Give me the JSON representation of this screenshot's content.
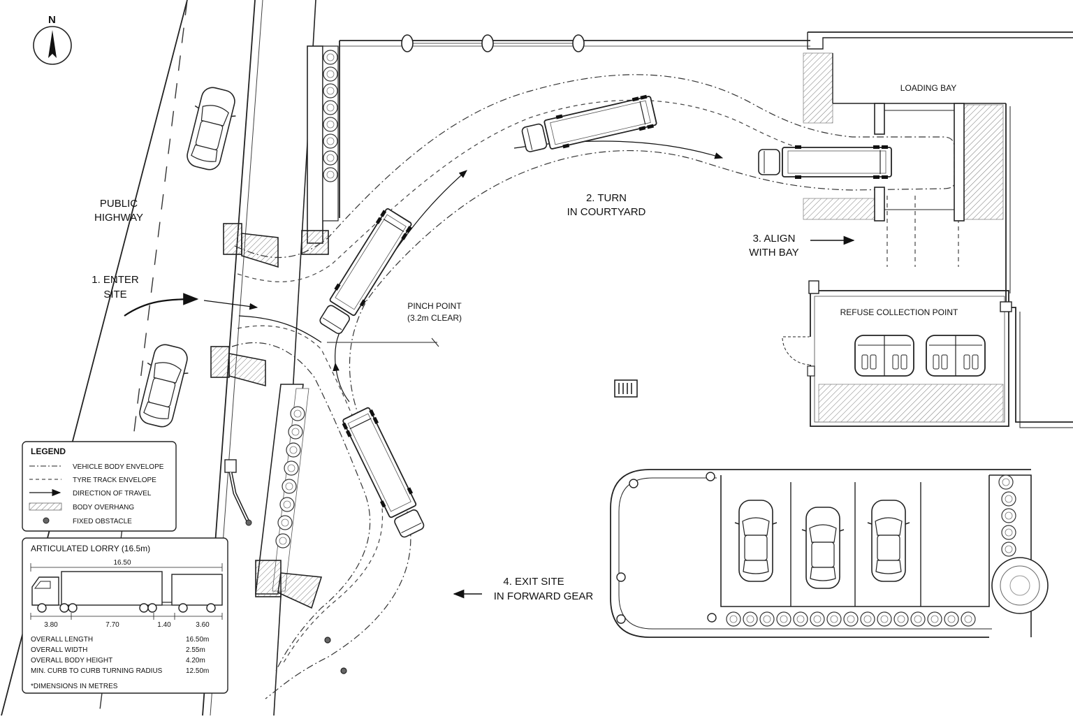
{
  "compass": {
    "north_label": "N"
  },
  "labels": {
    "public_highway": [
      "PUBLIC",
      "HIGHWAY"
    ],
    "enter_site": [
      "1. ENTER",
      "SITE"
    ],
    "turn_courtyard": [
      "2. TURN",
      "IN COURTYARD"
    ],
    "align_bay": [
      "3. ALIGN",
      "WITH BAY"
    ],
    "exit_site": [
      "4. EXIT SITE",
      "IN FORWARD GEAR"
    ],
    "pinch_point": [
      "PINCH POINT",
      "(3.2m CLEAR)"
    ],
    "loading_bay": "LOADING BAY",
    "refuse_point": "REFUSE COLLECTION POINT"
  },
  "legend": {
    "title": "LEGEND",
    "items": [
      {
        "symbol": "dash-dot",
        "label": "VEHICLE BODY ENVELOPE"
      },
      {
        "symbol": "dashed",
        "label": "TYRE TRACK ENVELOPE"
      },
      {
        "symbol": "arrow",
        "label": "DIRECTION OF TRAVEL"
      },
      {
        "symbol": "hatch",
        "label": "BODY OVERHANG"
      },
      {
        "symbol": "dot",
        "label": "FIXED OBSTACLE"
      }
    ]
  },
  "vehicle_spec": {
    "title": "ARTICULATED LORRY (16.5m)",
    "overall_dim": "16.50",
    "segments": [
      "3.80",
      "7.70",
      "1.40",
      "3.60"
    ],
    "rows": [
      {
        "label": "OVERALL LENGTH",
        "value": "16.50m"
      },
      {
        "label": "OVERALL WIDTH",
        "value": "2.55m"
      },
      {
        "label": "OVERALL BODY HEIGHT",
        "value": "4.20m"
      },
      {
        "label": "MIN. CURB TO CURB TURNING RADIUS",
        "value": "12.50m"
      }
    ],
    "note": "*DIMENSIONS IN METRES"
  }
}
